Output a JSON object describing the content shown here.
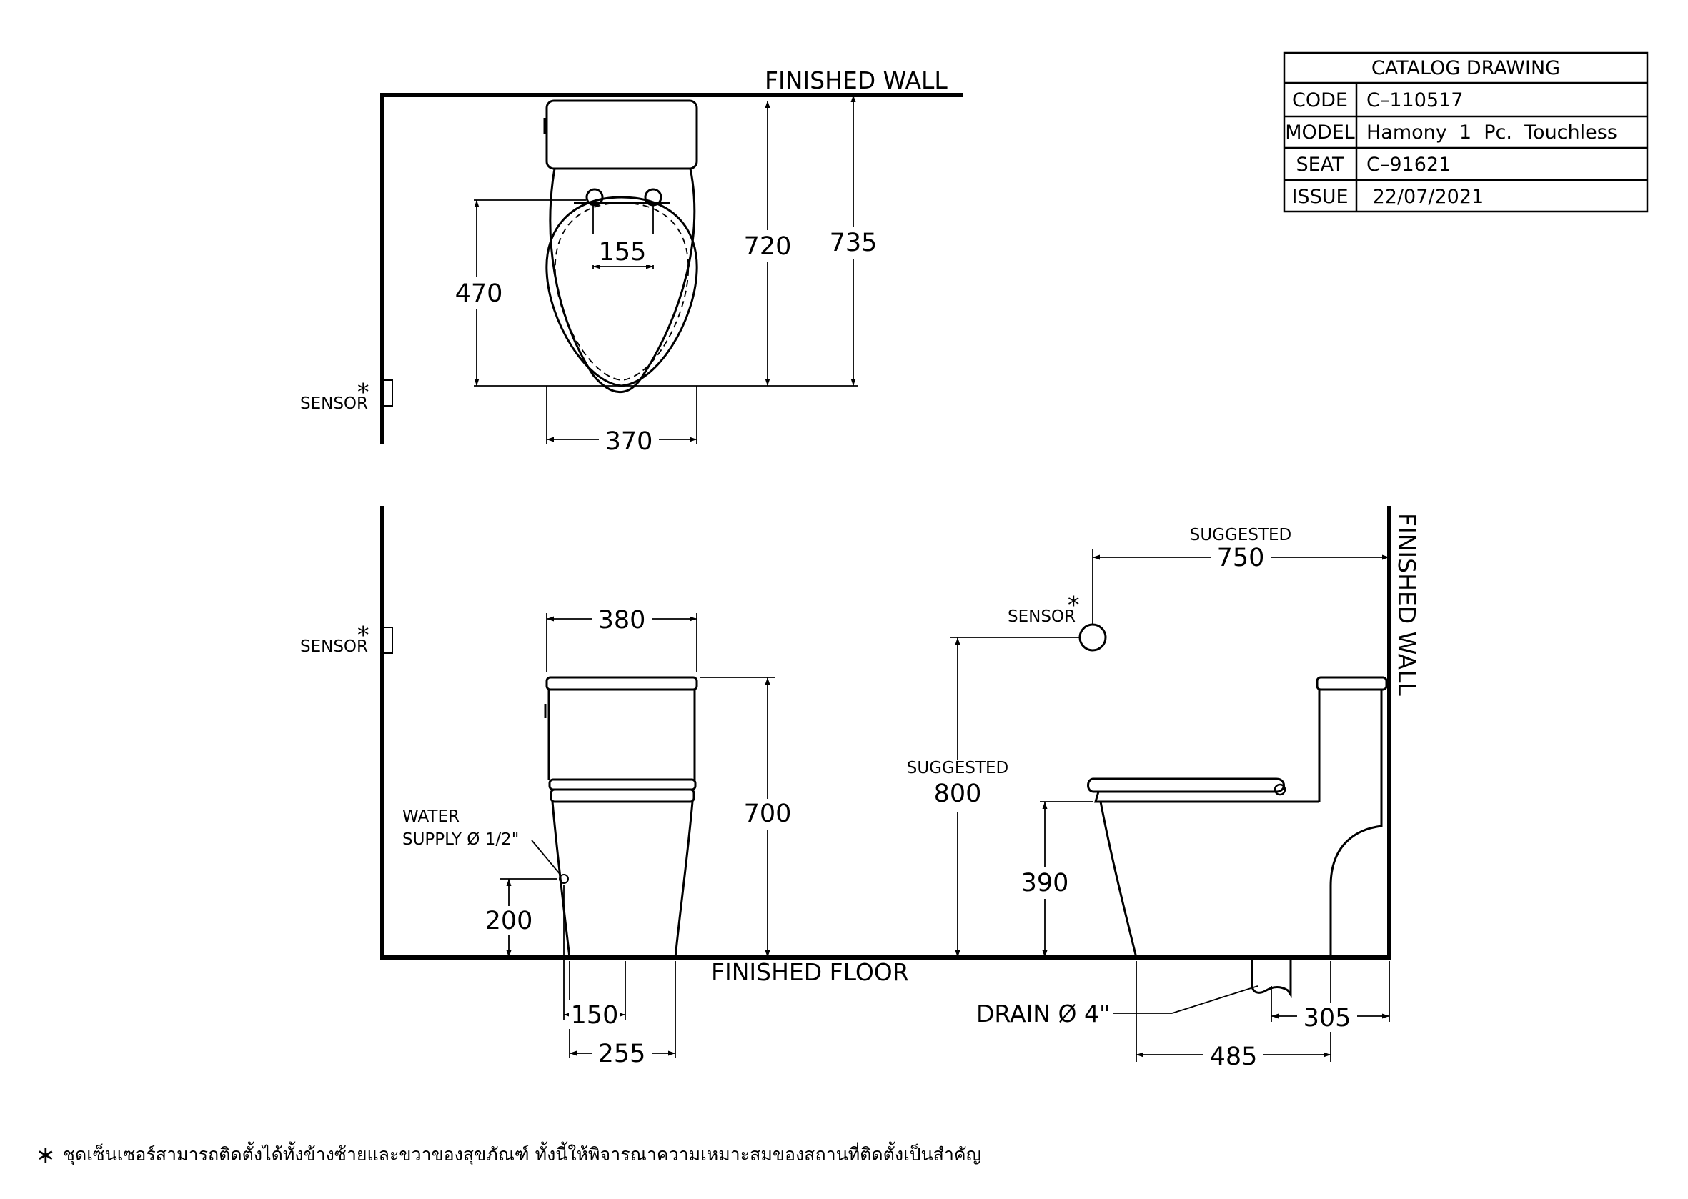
{
  "title_block": {
    "heading": "CATALOG  DRAWING",
    "rows": [
      {
        "label": "CODE",
        "value": "C–110517"
      },
      {
        "label": "MODEL",
        "value": "Hamony  1  Pc.  Touchless"
      },
      {
        "label": "SEAT",
        "value": "C–91621"
      },
      {
        "label": "ISSUE",
        "value": " 22/07/2021"
      }
    ]
  },
  "labels": {
    "finished_wall_top": "FINISHED WALL",
    "finished_wall_side": "FINISHED WALL",
    "finished_floor": "FINISHED FLOOR",
    "sensor": "SENSOR",
    "asterisk": "*",
    "suggested": "SUGGESTED",
    "water_supply_1": "WATER",
    "water_supply_2": "SUPPLY Ø 1/2\"",
    "drain": "DRAIN Ø 4\""
  },
  "dimensions": {
    "top_seat_hinge": "155",
    "top_bowl_length": "470",
    "top_overall_720": "720",
    "top_overall_735": "735",
    "top_width": "370",
    "front_tank_width": "380",
    "front_height": "700",
    "front_supply_height": "200",
    "front_supply_offset": "150",
    "front_base_width": "255",
    "side_sensor_distance": "750",
    "side_sensor_height": "800",
    "side_seat_height": "390",
    "side_drain_distance": "305",
    "side_base_length": "485"
  },
  "footnote": {
    "symbol": "∗",
    "text": "ชุดเซ็นเซอร์สามารถติดตั้งได้ทั้งข้างซ้ายและขวาของสุขภัณฑ์ ทั้งนี้ให้พิจารณาความเหมาะสมของสถานที่ติดตั้งเป็นสำคัญ"
  }
}
